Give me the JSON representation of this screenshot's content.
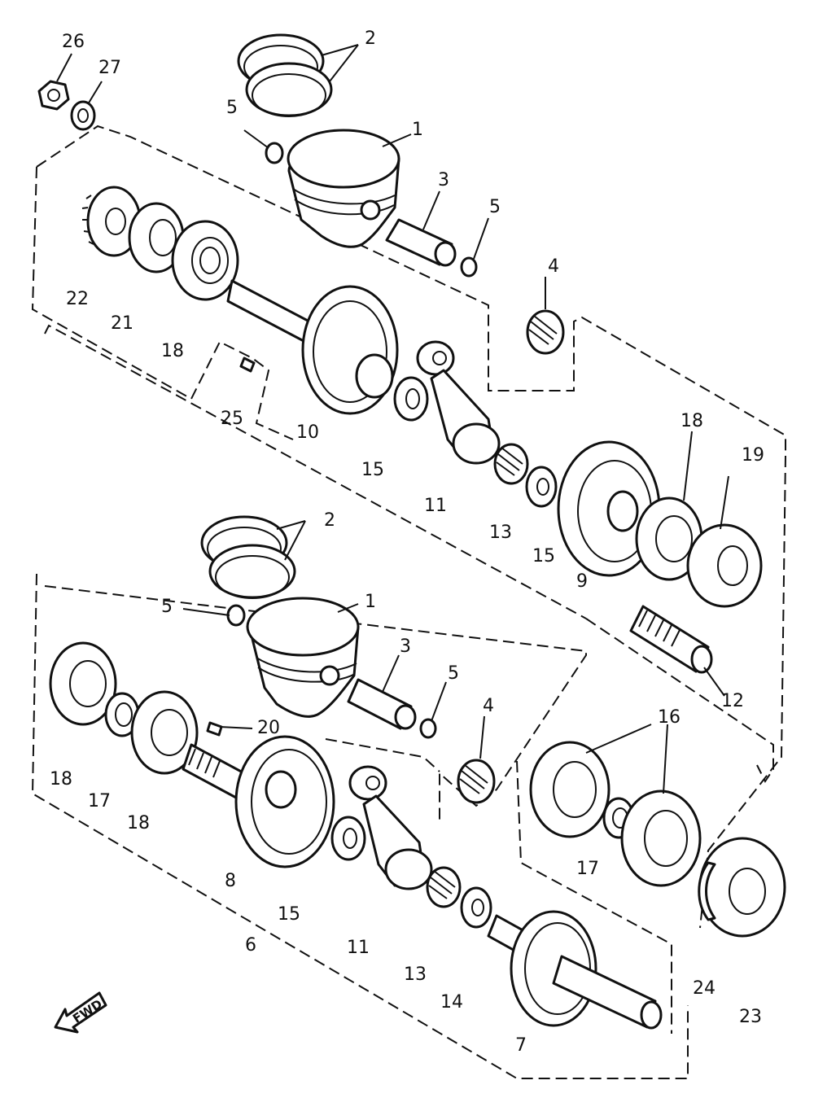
{
  "diagram": {
    "callouts": {
      "n1": "1",
      "n2": "2",
      "n3": "3",
      "n4": "4",
      "n5": "5",
      "n6": "6",
      "n7": "7",
      "n8": "8",
      "n9": "9",
      "n10": "10",
      "n11": "11",
      "n12": "12",
      "n13": "13",
      "n14": "14",
      "n15": "15",
      "n16": "16",
      "n17": "17",
      "n18": "18",
      "n19": "19",
      "n20": "20",
      "n21": "21",
      "n22": "22",
      "n23": "23",
      "n24": "24",
      "n25": "25",
      "n26": "26",
      "n27": "27"
    },
    "forward_label": "FWD"
  }
}
